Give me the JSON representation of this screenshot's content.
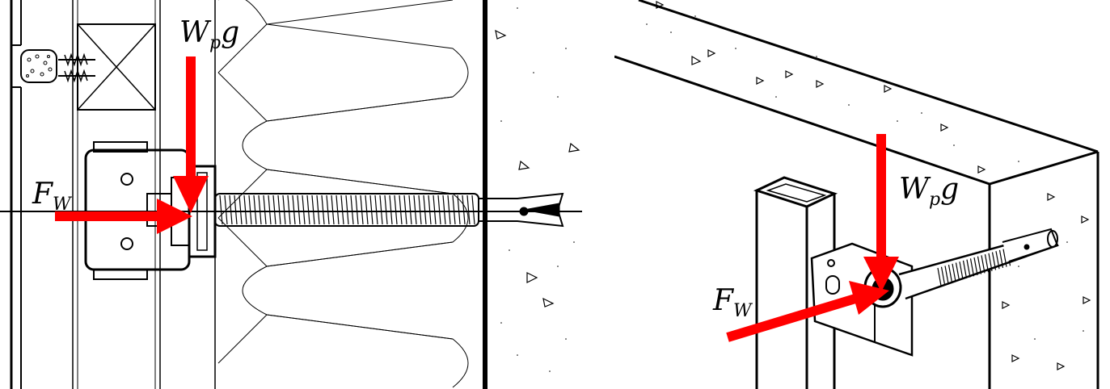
{
  "left_diagram": {
    "weight_label": {
      "main": "W",
      "sub": "p",
      "tail": "g"
    },
    "wind_label": {
      "main": "F",
      "sub": "W"
    }
  },
  "right_diagram": {
    "weight_label": {
      "main": "W",
      "sub": "p",
      "tail": "g"
    },
    "wind_label": {
      "main": "F",
      "sub": "W"
    }
  },
  "colors": {
    "force_arrow": "#ff0000",
    "line": "#000000",
    "background": "#ffffff"
  }
}
